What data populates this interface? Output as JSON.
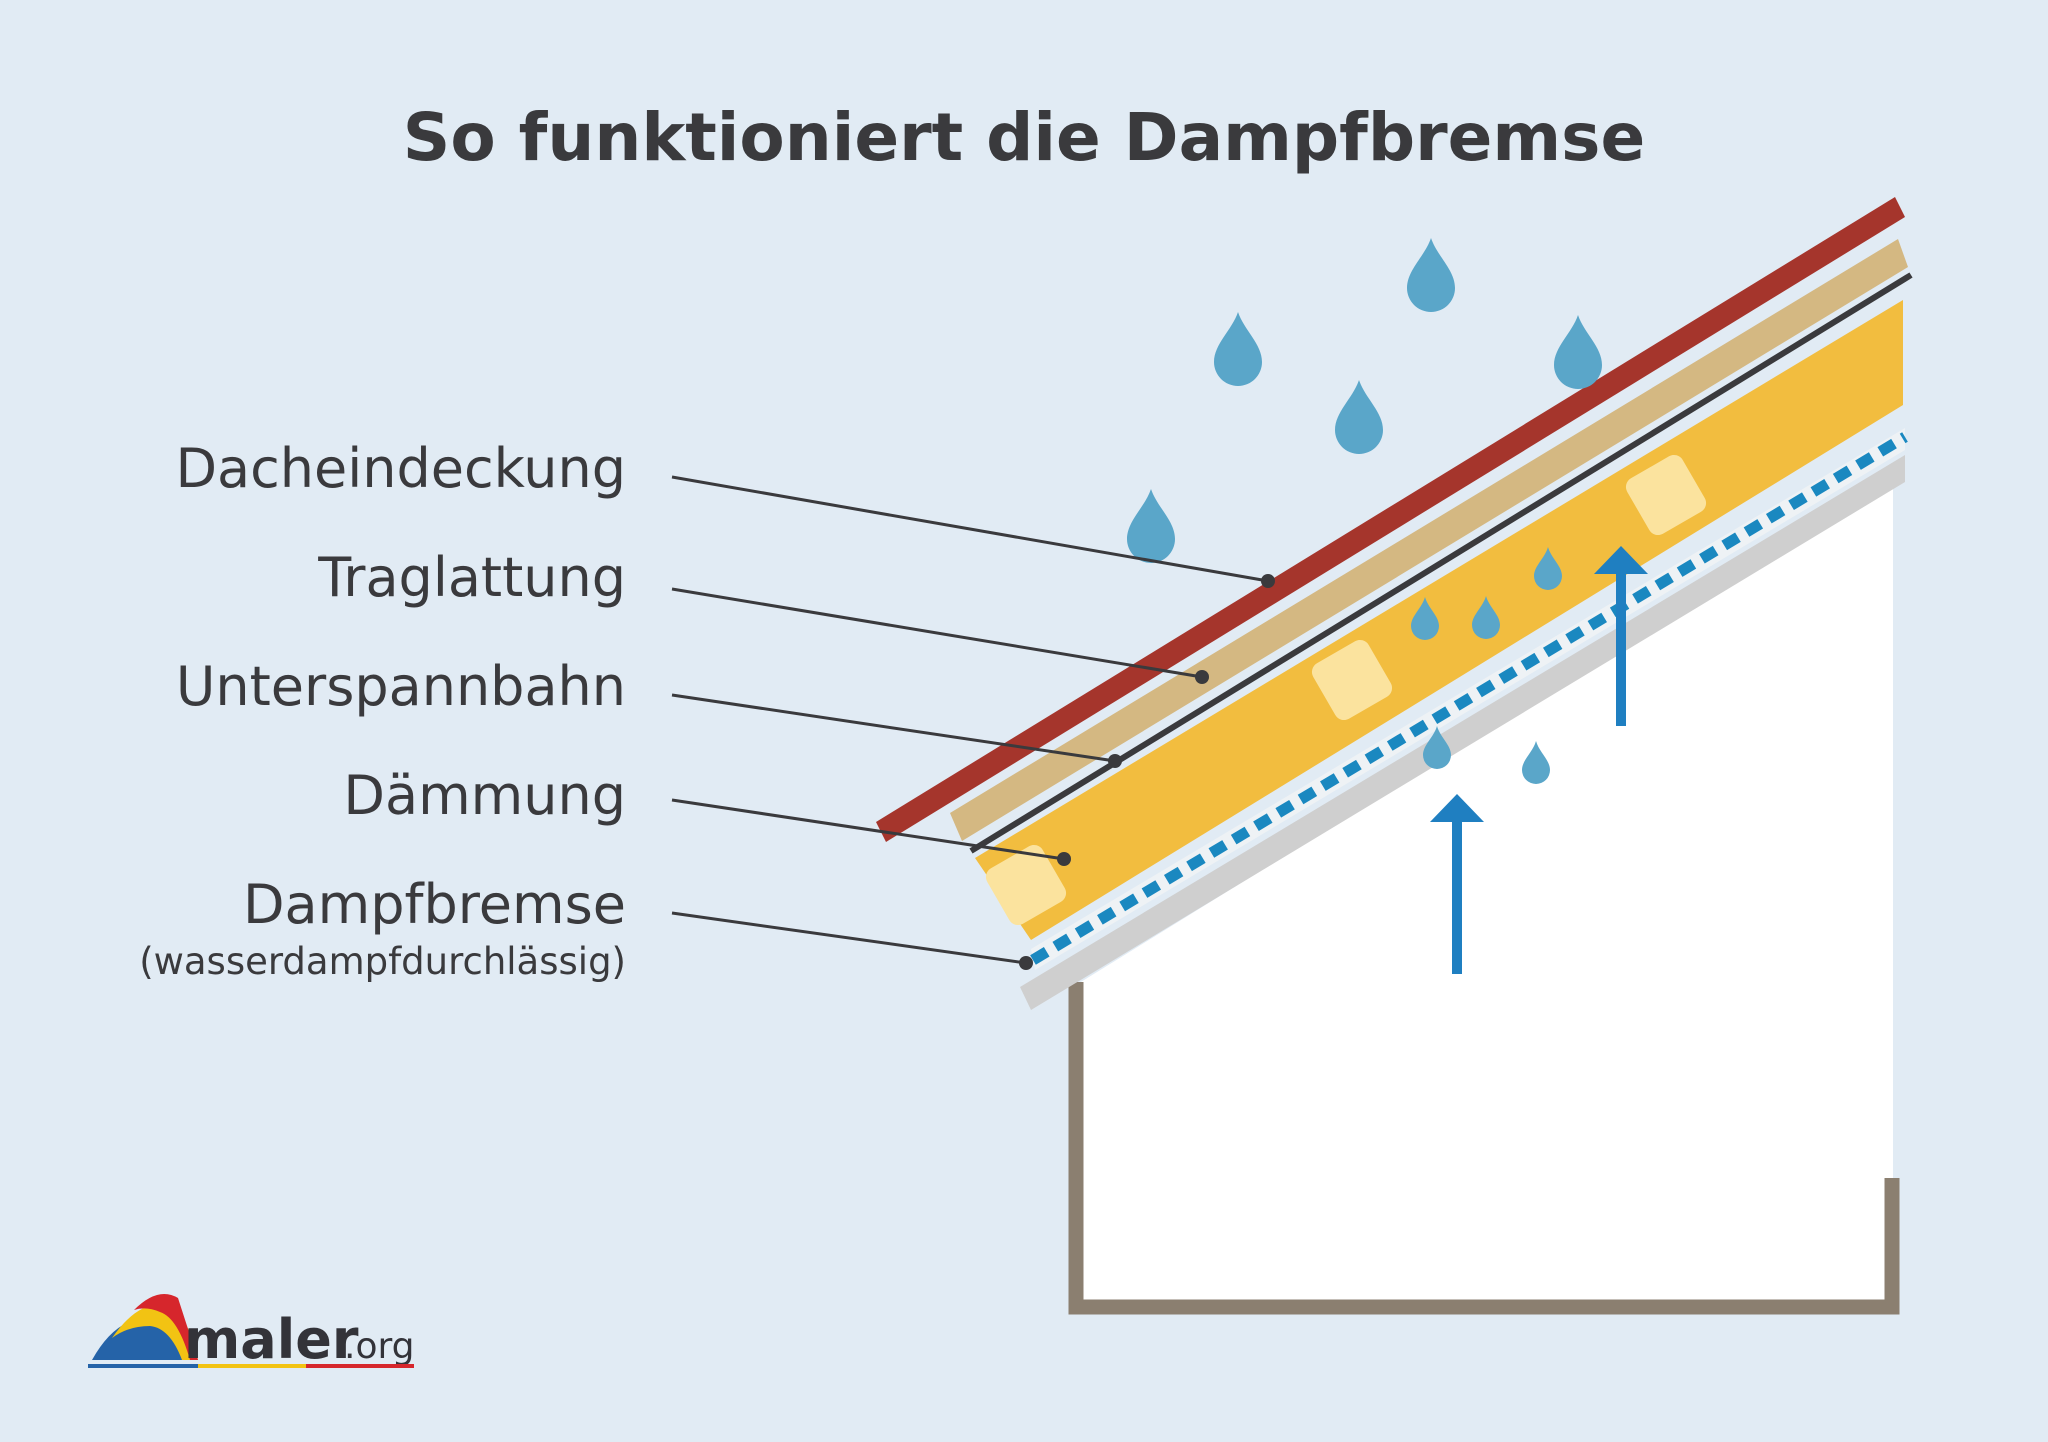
{
  "title": "So funktioniert die Dampfbremse",
  "labels": [
    {
      "text": "Dacheindeckung"
    },
    {
      "text": "Traglattung"
    },
    {
      "text": "Unterspannbahn"
    },
    {
      "text": "Dämmung"
    },
    {
      "text": "Dampfbremse",
      "subtext": "(wasserdampfdurchlässig)"
    }
  ],
  "logo": {
    "name": "maler",
    "tld": ".org"
  },
  "colors": {
    "background": "#e1ebf4",
    "roof_covering": "#a5352c",
    "battens": "#d4b882",
    "membrane": "#3a3a3d",
    "insulation": "#f2bd3f",
    "insulation_patch": "#fbe39e",
    "vapor_barrier": "#1a88c0",
    "ceiling": "#cfcfcf",
    "wall": "#8b7f70",
    "droplet": "#5aa6c9",
    "arrow": "#1f7fc1",
    "text": "#3a3a3d"
  }
}
